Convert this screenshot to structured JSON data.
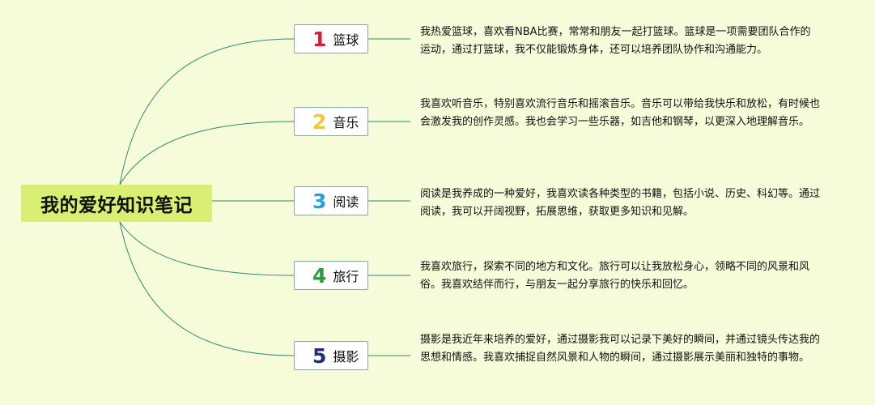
{
  "root": {
    "title": "我的爱好知识笔记"
  },
  "branches": [
    {
      "number": "1",
      "label": "篮球",
      "color": "#e0193a",
      "description": "我热爱篮球，喜欢看NBA比赛，常常和朋友一起打篮球。篮球是一项需要团队合作的运动，通过打篮球，我不仅能锻炼身体，还可以培养团队协作和沟通能力。"
    },
    {
      "number": "2",
      "label": "音乐",
      "color": "#f3c53a",
      "description": "我喜欢听音乐，特别喜欢流行音乐和摇滚音乐。音乐可以带给我快乐和放松，有时候也会激发我的创作灵感。我也会学习一些乐器，如吉他和钢琴，以更深入地理解音乐。"
    },
    {
      "number": "3",
      "label": "阅读",
      "color": "#2d9fd8",
      "description": "阅读是我养成的一种爱好，我喜欢读各种类型的书籍，包括小说、历史、科幻等。通过阅读，我可以开阔视野，拓展思维，获取更多知识和见解。"
    },
    {
      "number": "4",
      "label": "旅行",
      "color": "#2e9a3e",
      "description": "我喜欢旅行，探索不同的地方和文化。旅行可以让我放松身心，领略不同的风景和风俗。我喜欢结伴而行，与朋友一起分享旅行的快乐和回忆。"
    },
    {
      "number": "5",
      "label": "摄影",
      "color": "#1d2e7a",
      "description": "摄影是我近年来培养的爱好，通过摄影我可以记录下美好的瞬间，并通过镜头传达我的思想和情感。我喜欢捕捉自然风景和人物的瞬间，通过摄影展示美丽和独特的事物。"
    }
  ],
  "colors": {
    "background": "#f6fcd9",
    "root_fill": "#d8ef73",
    "connector": "#2f8a72"
  }
}
